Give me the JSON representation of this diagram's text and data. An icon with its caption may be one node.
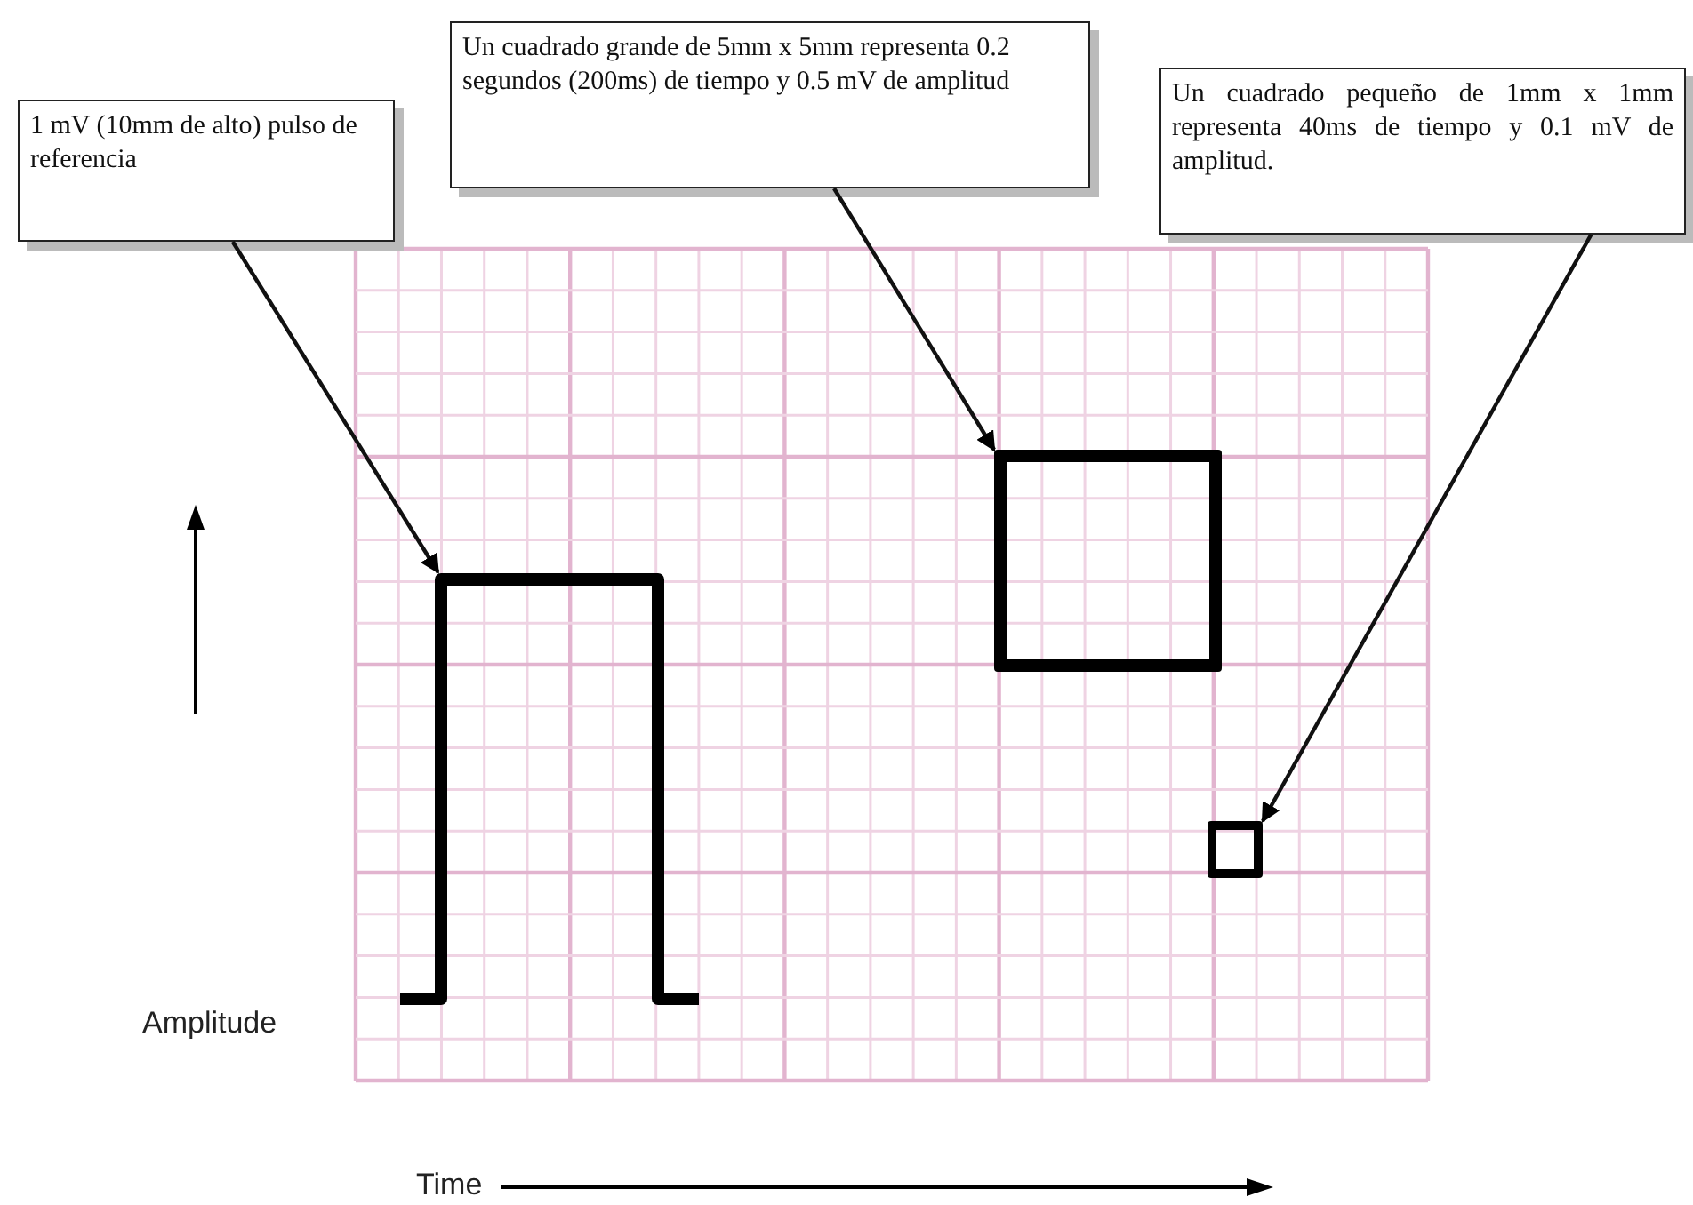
{
  "diagram": {
    "nodes": [
      {
        "text": [
          "1 mV (10mm de alto) pulso de referencia"
        ]
      },
      {
        "text": [
          "Un cuadrado grande de 5mm x 5mm representa 0.2 segundos (200ms) de tiempo y 0.5 mV de amplitud"
        ]
      },
      {
        "text": [
          "Un cuadrado pequeño de 1mm x 1mm representa 40ms de tiempo y 0.1 mV de amplitud."
        ]
      },
      {
        "text": [],
        "shape": "picture"
      },
      {
        "text": [],
        "shape": "box"
      },
      {
        "text": [],
        "shape": "box"
      }
    ],
    "edges": [
      {
        "from": 0,
        "to": 3,
        "arrow": "to"
      },
      {
        "from": 1,
        "to": 4,
        "arrow": "to"
      },
      {
        "from": 2,
        "to": 5,
        "arrow": "to"
      }
    ],
    "labels": [
      "Amplitude",
      "Time"
    ]
  }
}
